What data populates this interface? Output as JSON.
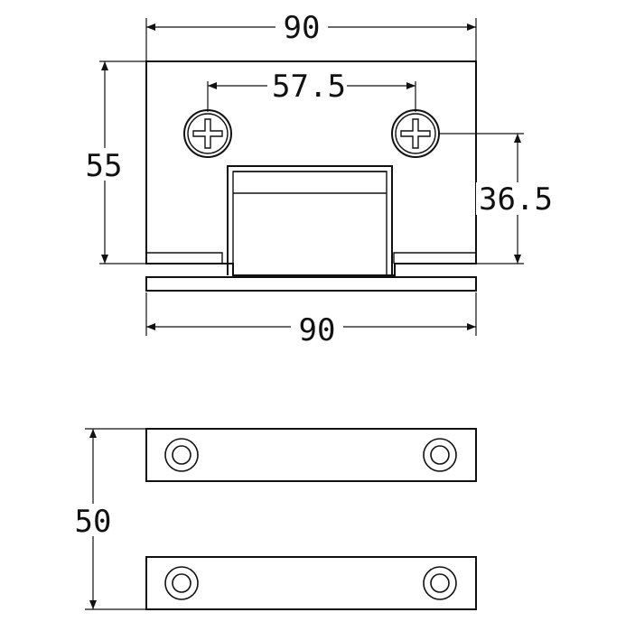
{
  "dimensions": {
    "top_width": "90",
    "hole_spacing": "57.5",
    "height": "55",
    "hole_height": "36.5",
    "base_width": "90",
    "plates_span": "50"
  },
  "colors": {
    "line": "#111111",
    "background": "#ffffff"
  },
  "icons": {
    "screw": "phillips-screw-icon",
    "hole": "countersunk-hole-icon"
  }
}
